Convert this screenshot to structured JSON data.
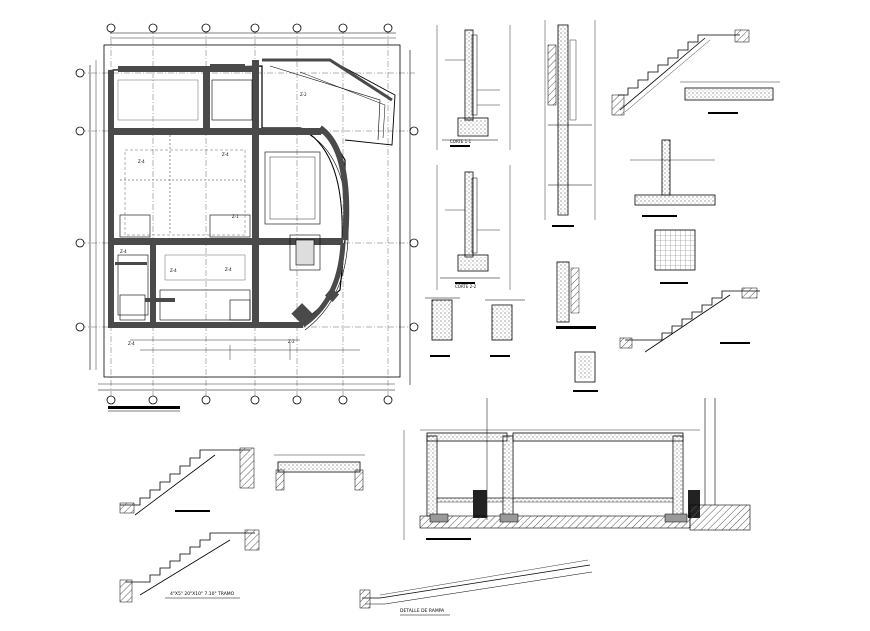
{
  "sheet": {
    "background": "#ffffff",
    "line_color": "#000000",
    "wall_fill": "#4a4a4a",
    "hatch_color": "#555555"
  },
  "plan": {
    "grid_bubbles_left": [
      "",
      "",
      "",
      ""
    ],
    "grid_bubbles_top": [
      "",
      "",
      "",
      "",
      "",
      "",
      ""
    ],
    "room_labels": [
      "Z-4",
      "Z-4",
      "Z-4",
      "Z-4",
      "Z-4",
      "Z-4",
      "Z-2",
      "Z-2",
      "Z-1"
    ]
  },
  "details": {
    "corte_label_1": "CORTE 1-1",
    "corte_label_2": "CORTE 2-2",
    "stair_title": "4\"X5\" 20\"X10\" 7.10\" TRAMO",
    "ramp_title": "DETALLE DE RAMPA"
  }
}
